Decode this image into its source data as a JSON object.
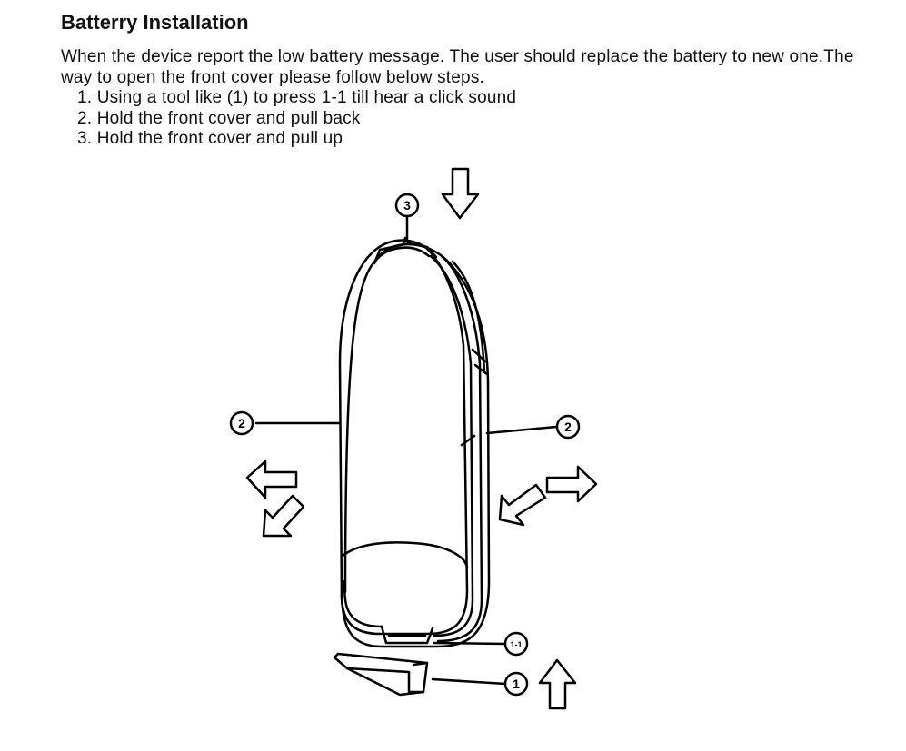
{
  "title": "Batterry Installation",
  "intro": "When the device report the low battery message. The user should replace the battery to new one.The way to open the front cover please follow below steps.",
  "steps": [
    "1. Using a tool like (1) to press 1-1 till hear a click sound",
    "2. Hold the front cover and pull back",
    "3. Hold the front cover and pull up"
  ],
  "callouts": {
    "top": "3",
    "left": "2",
    "right": "2",
    "latch": "1-1",
    "tool": "1"
  }
}
